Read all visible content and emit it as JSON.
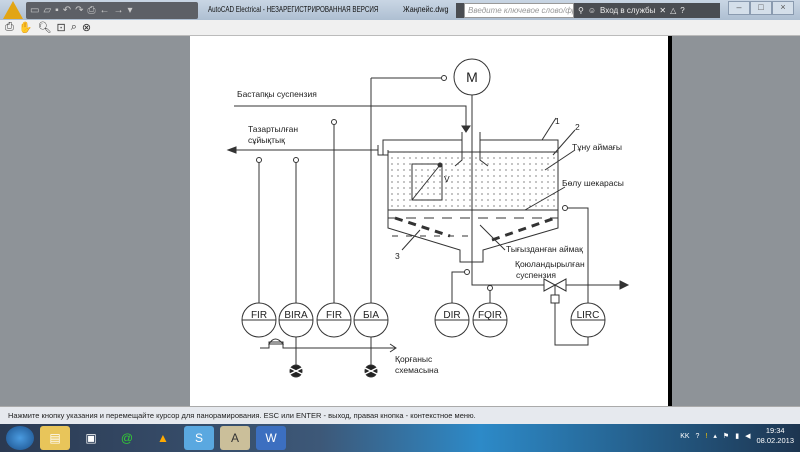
{
  "window": {
    "title": "AutoCAD Electrical - НЕЗАРЕГИСТРИРОВАННАЯ ВЕРСИЯ",
    "filename": "Жаңпейс.dwg",
    "search_placeholder": "Введите ключевое слово/фразу",
    "signin": "Вход в службы"
  },
  "diagram": {
    "motor": "M",
    "feed": "Бастапқы суспензия",
    "clarified_1": "Тазартылған",
    "clarified_2": "сұйықтық",
    "num1": "1",
    "num2": "2",
    "num3": "3",
    "settling_zone": "Тұну аймағы",
    "boundary": "Бөлу шекарасы",
    "thickened_zone": "Тығызданған аймақ",
    "thick_susp_1": "Қоюландырылған",
    "thick_susp_2": "суспензия",
    "velocity": "V",
    "protection_1": "Қорғаныс",
    "protection_2": "схемасына",
    "instruments": [
      "FIR",
      "BIRA",
      "FIR",
      "БІА",
      "DIR",
      "FQIR",
      "LIRC"
    ]
  },
  "status": "Нажмите кнопку указания и перемещайте курсор для панорамирования. ESC или ENTER - выход, правая кнопка - контекстное меню.",
  "tray": {
    "lang": "KK",
    "time": "19:34",
    "date": "08.02.2013"
  }
}
